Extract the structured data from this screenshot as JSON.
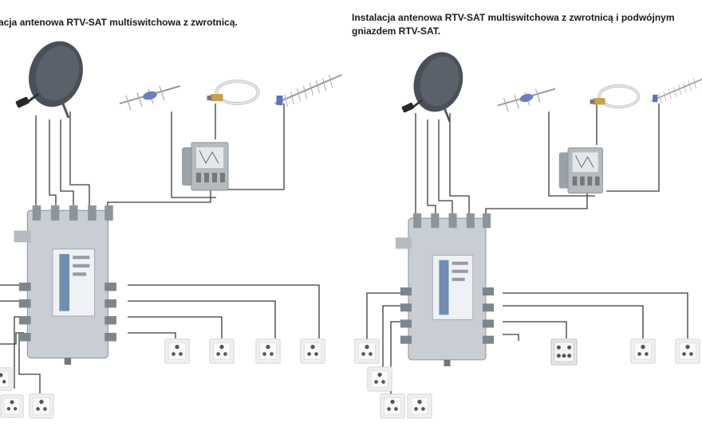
{
  "titles": {
    "left": "acja antenowa RTV-SAT multiswitchowa z zwrotnicą.",
    "right_line1": "Instalacja antenowa RTV-SAT multiswitchowa z zwrotnicą i podwójnym",
    "right_line2": "gniazdem RTV-SAT."
  },
  "colors": {
    "wire": "#3a3a3a",
    "dish": "#4a5058",
    "multiswitch_body": "#c8ced4",
    "multiswitch_label": "#6f8fb0",
    "amplifier": "#a9b0b6",
    "socket_face": "#f0f0f0",
    "antenna_blue": "#6a7fc2"
  },
  "diagrams": [
    {
      "id": "left",
      "socket_type": "single"
    },
    {
      "id": "right",
      "socket_type": "double"
    }
  ]
}
